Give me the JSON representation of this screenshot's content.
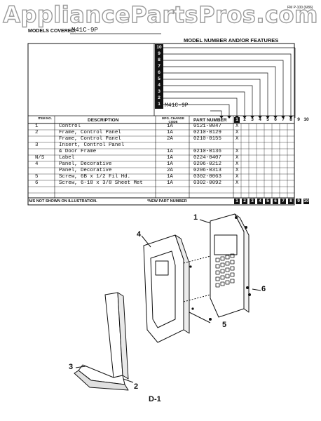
{
  "watermark": "AppliancePartsPros.com",
  "form_number": "FM P-100 (6/86)",
  "models_covered": {
    "label": "MODELS COVERED:",
    "value": "M41C-9P"
  },
  "features_title": "MODEL NUMBER AND/OR FEATURES",
  "model_stack_numbers": [
    "10",
    "9",
    "8",
    "7",
    "6",
    "5",
    "4",
    "3",
    "2",
    "1"
  ],
  "model_number": "M41C-9P",
  "columns": {
    "item": "ITEM NO.",
    "description": "DESCRIPTION",
    "mfg_change": "MFG. CHANGE CODE",
    "part_number": "PART NUMBER"
  },
  "feature_columns": [
    "1",
    "2",
    "3",
    "4",
    "5",
    "6",
    "7",
    "8",
    "9",
    "10"
  ],
  "rows": [
    {
      "item": "1",
      "description": "Control",
      "code": "1A",
      "part": "0121-0047",
      "mark": "X"
    },
    {
      "item": "2",
      "description": "Frame, Control Panel",
      "code": "1A",
      "part": "0210-0129",
      "mark": "X"
    },
    {
      "item": "",
      "description": "Frame, Control Panel",
      "code": "2A",
      "part": "0210-0155",
      "mark": "X"
    },
    {
      "item": "3",
      "description": "Insert, Control Panel",
      "code": "",
      "part": "",
      "mark": ""
    },
    {
      "item": "",
      "description": "  & Door Frame",
      "code": "1A",
      "part": "0210-0136",
      "mark": "X"
    },
    {
      "item": "N/S",
      "description": "Label",
      "code": "1A",
      "part": "0224-0407",
      "mark": "X"
    },
    {
      "item": "4",
      "description": "Panel, Decorative",
      "code": "1A",
      "part": "0206-0212",
      "mark": "X"
    },
    {
      "item": "",
      "description": "Panel, Decorative",
      "code": "2A",
      "part": "0206-0313",
      "mark": "X"
    },
    {
      "item": "5",
      "description": "Screw, 6B x 1/2 Fil Hd.",
      "code": "1A",
      "part": "0302-0063",
      "mark": "X"
    },
    {
      "item": "6",
      "description": "Screw, 6-18 x 3/8 Sheet Met",
      "code": "1A",
      "part": "0302-0092",
      "mark": "X"
    }
  ],
  "footer": {
    "ns_note": "N/S NOT SHOWN ON ILLUSTRATION.",
    "new_part": "*NEW PART NUMBER"
  },
  "diagram": {
    "callouts": [
      "1",
      "2",
      "3",
      "4",
      "5",
      "6"
    ],
    "label": "D-1"
  }
}
